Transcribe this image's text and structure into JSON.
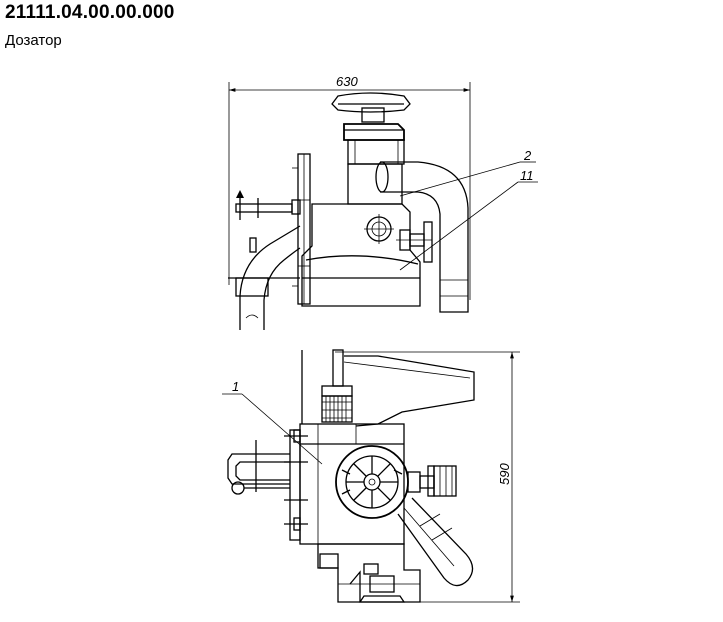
{
  "header": {
    "code": "21111.04.00.00.000",
    "name": "Дозатор"
  },
  "drawing": {
    "width_dim": "630",
    "height_dim": "590",
    "callout_1": "1",
    "callout_2": "2",
    "callout_11": "11"
  }
}
